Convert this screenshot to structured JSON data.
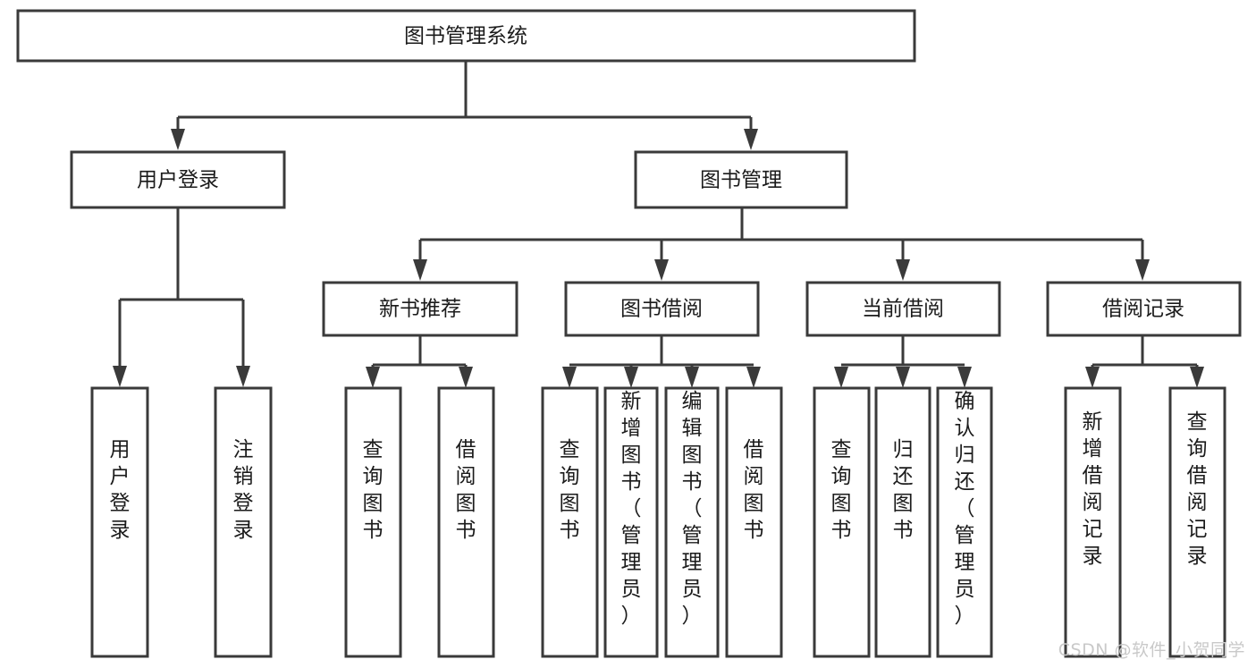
{
  "diagram": {
    "title": "图书管理系统",
    "type": "tree-hierarchy",
    "root": {
      "label": "图书管理系统",
      "orientation": "horizontal"
    },
    "level2": [
      {
        "label": "用户登录",
        "orientation": "horizontal"
      },
      {
        "label": "图书管理",
        "orientation": "horizontal"
      }
    ],
    "level3": [
      {
        "label": "新书推荐",
        "orientation": "horizontal"
      },
      {
        "label": "图书借阅",
        "orientation": "horizontal"
      },
      {
        "label": "当前借阅",
        "orientation": "horizontal"
      },
      {
        "label": "借阅记录",
        "orientation": "horizontal"
      }
    ],
    "leaves": {
      "user_login": [
        {
          "label": "用户登录",
          "orientation": "vertical"
        },
        {
          "label": "注销登录",
          "orientation": "vertical"
        }
      ],
      "new_book_recommend": [
        {
          "label": "查询图书",
          "orientation": "vertical"
        },
        {
          "label": "借阅图书",
          "orientation": "vertical"
        }
      ],
      "book_borrow": [
        {
          "label": "查询图书",
          "orientation": "vertical"
        },
        {
          "label": "新增图书（管理员）",
          "orientation": "vertical"
        },
        {
          "label": "编辑图书（管理员）",
          "orientation": "vertical"
        },
        {
          "label": "借阅图书",
          "orientation": "vertical"
        }
      ],
      "current_borrow": [
        {
          "label": "查询图书",
          "orientation": "vertical"
        },
        {
          "label": "归还图书",
          "orientation": "vertical"
        },
        {
          "label": "确认归还（管理员）",
          "orientation": "vertical"
        }
      ],
      "borrow_record": [
        {
          "label": "新增借阅记录",
          "orientation": "vertical"
        },
        {
          "label": "查询借阅记录",
          "orientation": "vertical"
        }
      ]
    }
  },
  "watermark": {
    "text": "CSDN @软件_小贺同学"
  },
  "colors": {
    "box_stroke": "#3a3a3a",
    "box_fill": "#ffffff",
    "text": "#1b1b1b",
    "background": "#ffffff",
    "watermark": "#c9c9c9"
  }
}
